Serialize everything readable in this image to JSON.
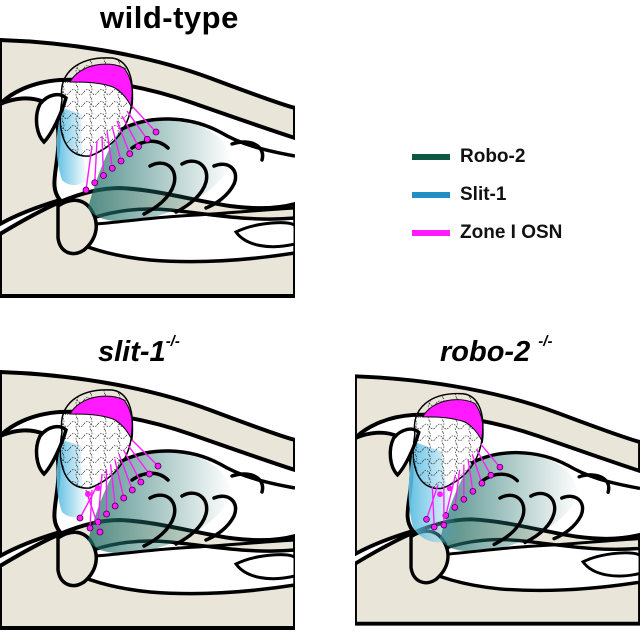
{
  "titles": {
    "wild_type": "wild-type",
    "slit_mutant_base": "slit-1",
    "slit_mutant_sup": "-/-",
    "robo_mutant_base": "robo-2 ",
    "robo_mutant_sup": "-/-"
  },
  "legend": {
    "items": [
      {
        "label": "Robo-2",
        "color": "#0f5744"
      },
      {
        "label": "Slit-1",
        "color": "#1f8fc4"
      },
      {
        "label": "Zone I OSN",
        "color": "#ff1aff"
      }
    ]
  },
  "colors": {
    "bone": "#e9e6d9",
    "outline": "#000000",
    "robo_gradient": "#1f6f6a",
    "slit_fill": "#5bbde2",
    "osn": "#ff1aff"
  }
}
